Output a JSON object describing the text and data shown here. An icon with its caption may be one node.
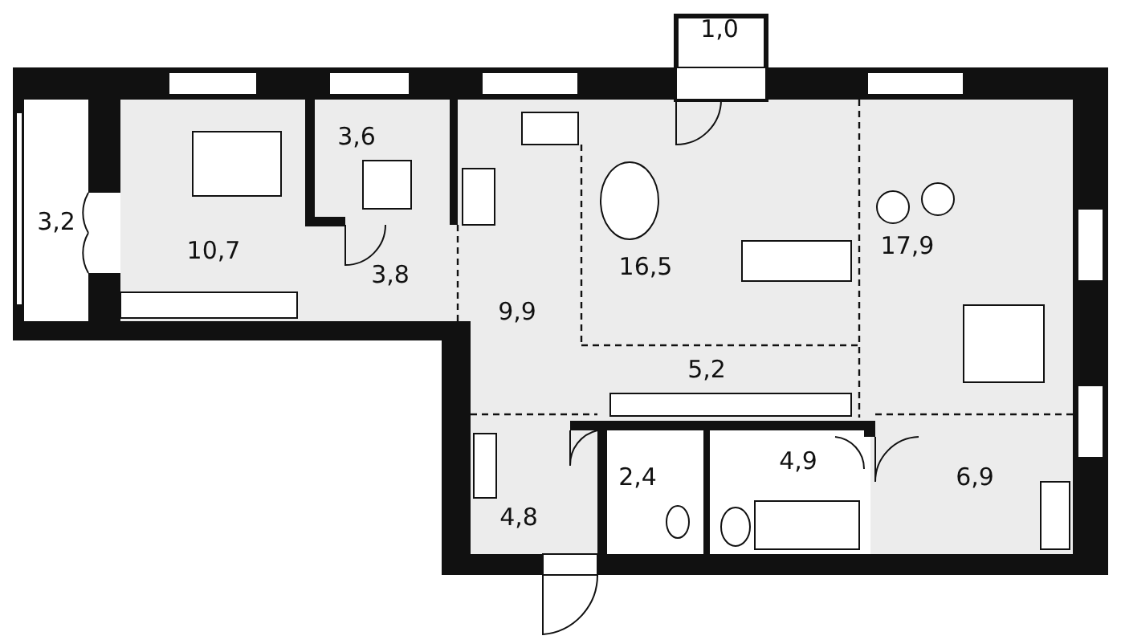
{
  "diagram": {
    "labels": [
      "1,0",
      "3,6",
      "3,2",
      "10,7",
      "16,5",
      "17,9",
      "3,8",
      "9,9",
      "5,2",
      "4,9",
      "2,4",
      "6,9",
      "4,8"
    ]
  }
}
